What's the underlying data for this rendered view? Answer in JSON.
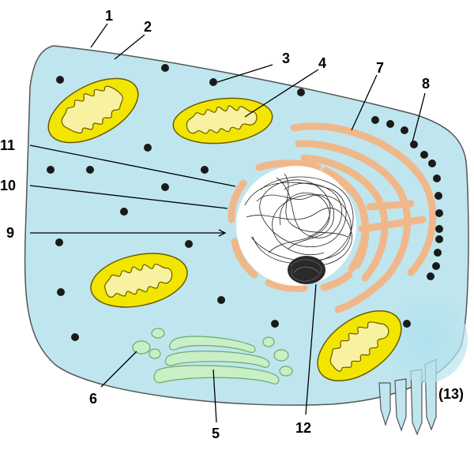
{
  "labels": {
    "l1": "1",
    "l2": "2",
    "l3": "3",
    "l4": "4",
    "l5": "5",
    "l6": "6",
    "l7": "7",
    "l8": "8",
    "l9": "9",
    "l10": "10",
    "l11": "11",
    "l12": "12",
    "l13": "(13)"
  },
  "colors": {
    "cytoplasm": "#bfe6ee",
    "membrane": "#555555",
    "mitochondrion": "#f2e600",
    "mitochondrion_inner": "#f7f1a0",
    "er": "#f0b88a",
    "golgi": "#c9efc6",
    "nucleus": "#ffffff",
    "ribosome": "#1a1a1a"
  }
}
